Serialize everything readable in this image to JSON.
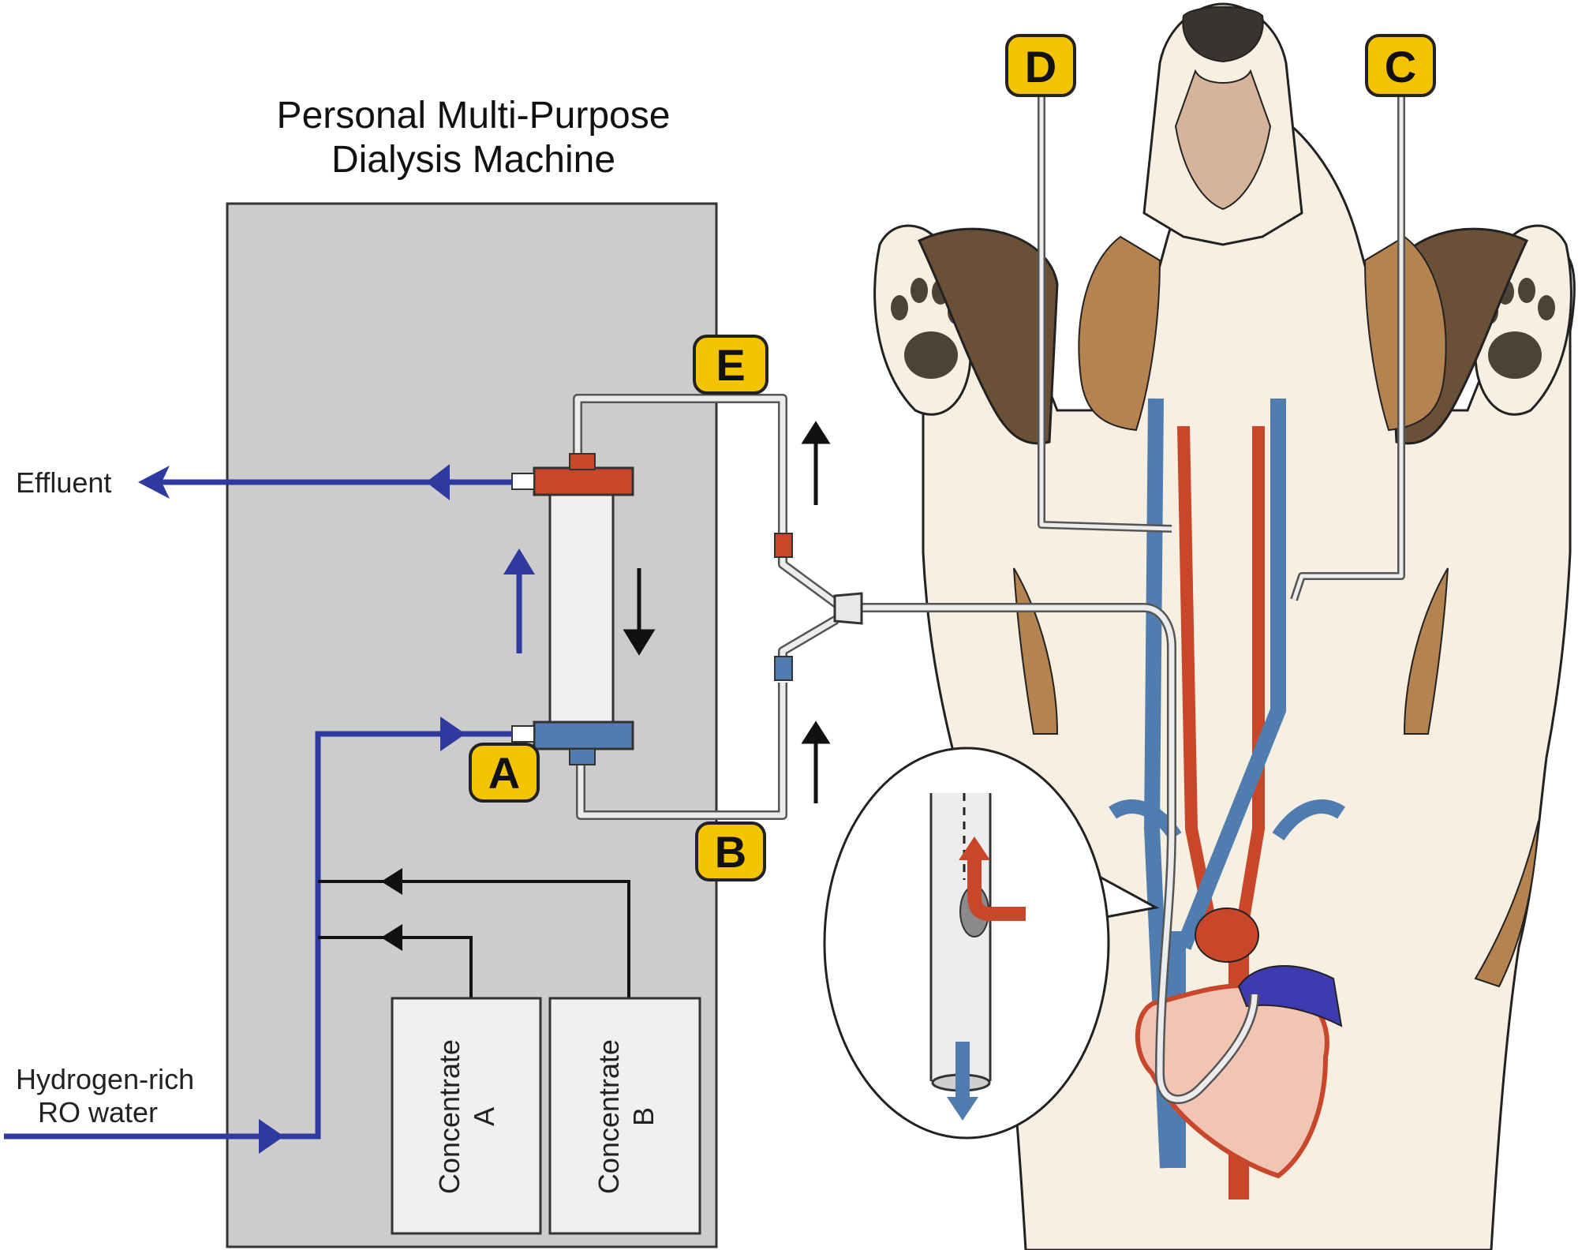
{
  "title": {
    "line1": "Personal Multi-Purpose",
    "line2": "Dialysis Machine"
  },
  "labels": {
    "effluent": "Effluent",
    "water_line1": "Hydrogen-rich",
    "water_line2": "RO water",
    "concentrate_a_line1": "Concentrate",
    "concentrate_a_line2": "A",
    "concentrate_b_line1": "Concentrate",
    "concentrate_b_line2": "B"
  },
  "badges": {
    "a": "A",
    "b": "B",
    "c": "C",
    "d": "D",
    "e": "E"
  },
  "colors": {
    "dialysate_line": "#2e3a9e",
    "arterial": "#c8472b",
    "venous": "#4f7db0",
    "badge_fill": "#f5c400",
    "machine_body": "#cdcbcb",
    "dog_fur_cream": "#f6efe2",
    "dog_fur_brown": "#b5834f",
    "dog_ear_dark": "#6b5038",
    "heart": "#f2c4b4"
  }
}
